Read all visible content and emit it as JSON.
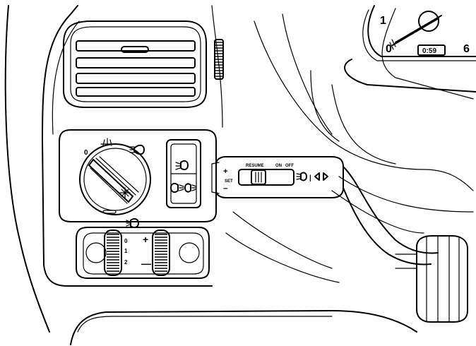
{
  "gauge": {
    "tick_one": "1",
    "tick_zero": "0",
    "tick_six": "6",
    "clock_readout": "0:59"
  },
  "light_switch": {
    "position_off": "0",
    "symbol_parking": "parking-light-icon",
    "symbol_headlight": "headlight-icon",
    "symbol_fog": "fog-light-icon"
  },
  "fog_switch": {
    "symbol_front": "front-fog-icon",
    "symbol_rear": "rear-fog-icon"
  },
  "dimmer": {
    "marks": [
      "0",
      "1",
      "2"
    ],
    "plus": "+",
    "minus": "—"
  },
  "cruise_stalk": {
    "plus": "+",
    "set": "SET",
    "minus": "–",
    "resume": "RESUME",
    "on": "ON",
    "off": "OFF",
    "separator": "|"
  }
}
